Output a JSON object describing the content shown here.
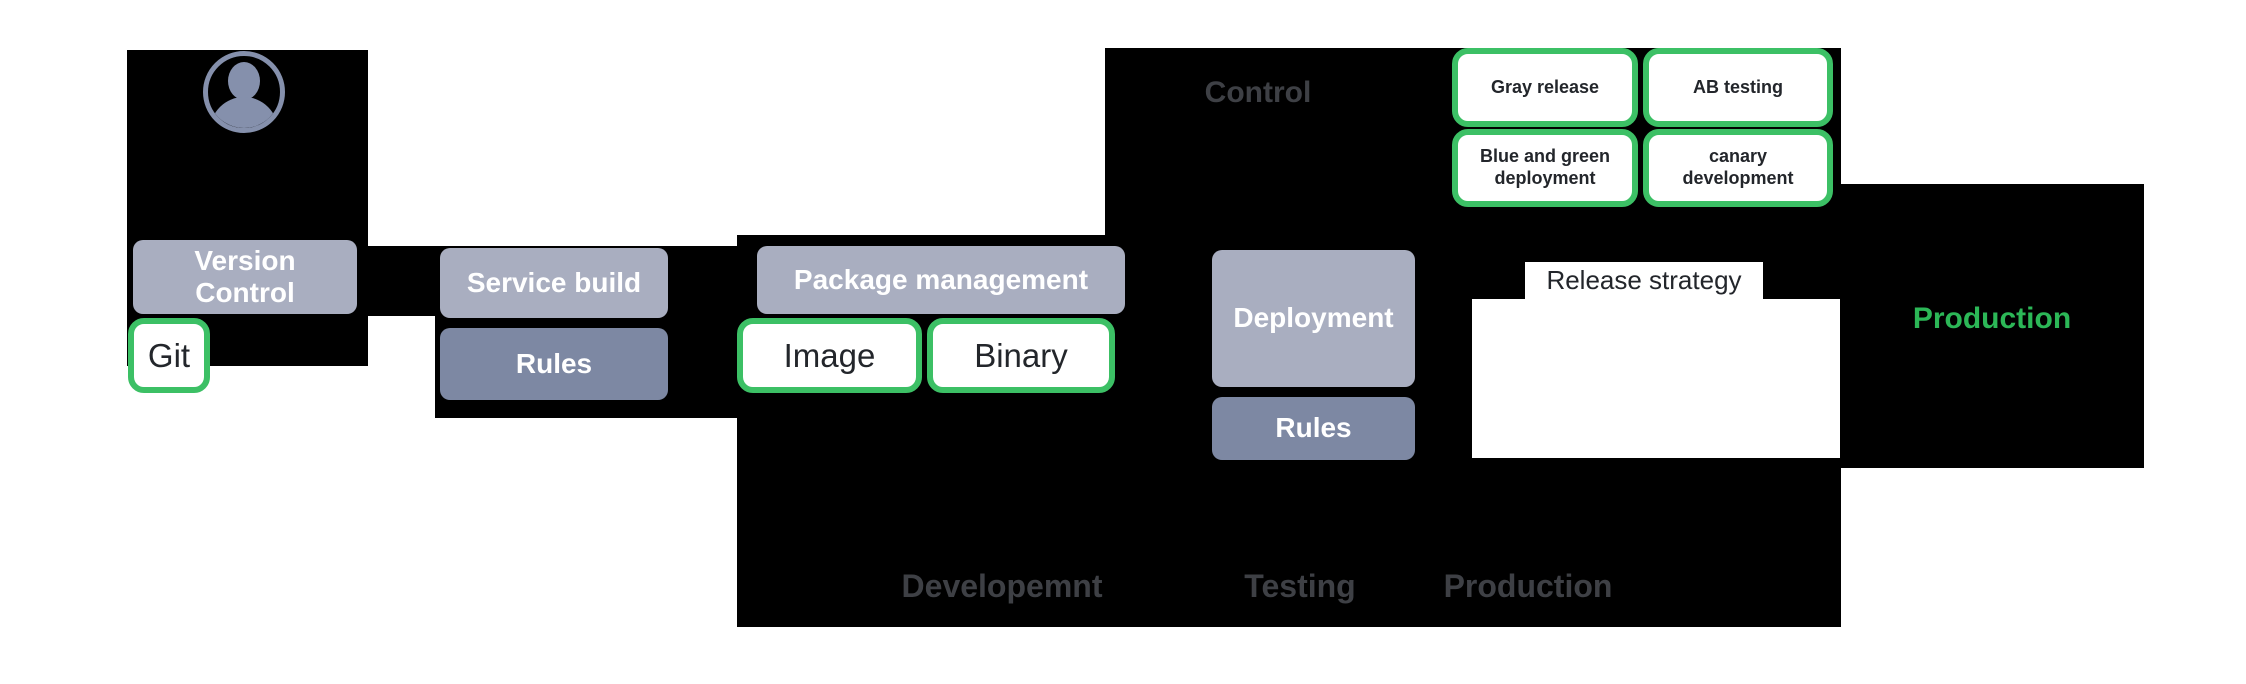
{
  "palette": {
    "background": "#ffffff",
    "panel_black": "#000000",
    "node_gray": "#a9aec0",
    "node_dark_gray": "#7d88a3",
    "green_border": "#3cc065",
    "green_text": "#2cb757",
    "stage_label_gray": "#3e4045",
    "node_text_light": "#ffffff",
    "node_text_dark": "#23262b",
    "avatar_gray": "#8590ac"
  },
  "icons": {
    "user_avatar": "person-silhouette-in-circle"
  },
  "diagram": {
    "version_control": {
      "label": "Version Control",
      "tool": "Git"
    },
    "service_build": {
      "label": "Service build",
      "rules": "Rules"
    },
    "package_management": {
      "label": "Package management",
      "image": "Image",
      "binary": "Binary"
    },
    "control": {
      "label": "Control",
      "strategies": [
        "Gray release",
        "AB testing",
        "Blue and green deployment",
        "canary development"
      ]
    },
    "deployment": {
      "label": "Deployment",
      "rules": "Rules"
    },
    "release_strategy": {
      "label": "Release strategy"
    },
    "production": {
      "label": "Production"
    },
    "stages": [
      "Developemnt",
      "Testing",
      "Production"
    ]
  }
}
